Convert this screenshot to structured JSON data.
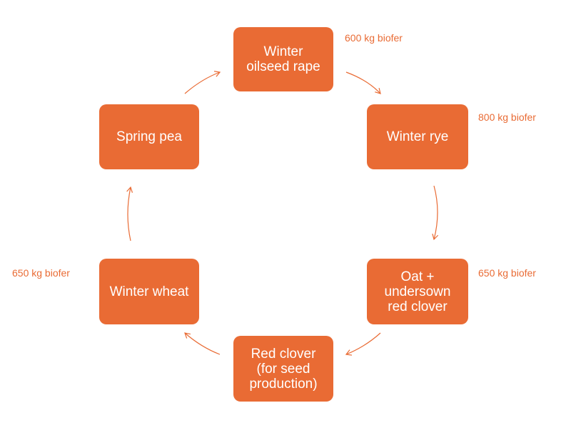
{
  "colors": {
    "node_fill": "#e96b34",
    "node_text": "#ffffff",
    "arrow": "#e96b34",
    "annotation": "#e96b34"
  },
  "nodes": [
    {
      "id": "winter-oilseed-rape",
      "label": "Winter\noilseed rape"
    },
    {
      "id": "winter-rye",
      "label": "Winter rye"
    },
    {
      "id": "oat-undersown",
      "label": "Oat +\nundersown\nred clover"
    },
    {
      "id": "red-clover-seed",
      "label": "Red clover\n(for seed\nproduction)"
    },
    {
      "id": "winter-wheat",
      "label": "Winter wheat"
    },
    {
      "id": "spring-pea",
      "label": "Spring pea"
    }
  ],
  "annotations": [
    {
      "id": "oilseed",
      "text": "600 kg biofer"
    },
    {
      "id": "rye",
      "text": "800 kg biofer"
    },
    {
      "id": "oat",
      "text": "650 kg biofer"
    },
    {
      "id": "wheat",
      "text": "650 kg biofer"
    }
  ]
}
